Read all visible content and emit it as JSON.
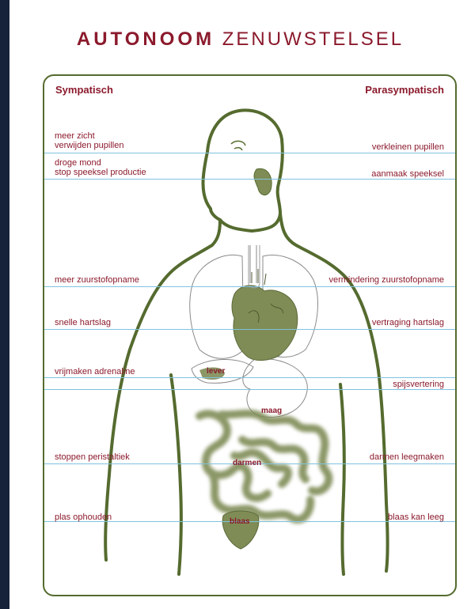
{
  "title": {
    "bold": "AUTONOOM",
    "light": "ZENUWSTELSEL"
  },
  "headers": {
    "left": "Sympatisch",
    "right": "Parasympatisch"
  },
  "sympathetic": [
    "meer zicht",
    "verwijden pupillen",
    "droge mond",
    "stop speeksel productie",
    "meer zuurstofopname",
    "snelle hartslag",
    "vrijmaken adrenaline",
    "stoppen peristaltiek",
    "plas ophouden"
  ],
  "parasympathetic": [
    "verkleinen pupillen",
    "aanmaak speeksel",
    "vermindering zuurstofopname",
    "vertraging hartslag",
    "spijsvertering",
    "darmen leegmaken",
    "blaas kan leeg"
  ],
  "organs": {
    "liver": "lever",
    "stomach": "maag",
    "intestines": "darmen",
    "bladder": "blaas"
  },
  "colors": {
    "text": "#8b1a2c",
    "outline": "#556b2f",
    "organ_fill": "#7f8c56",
    "lines": "#7fc3df",
    "background": "#16213a"
  }
}
